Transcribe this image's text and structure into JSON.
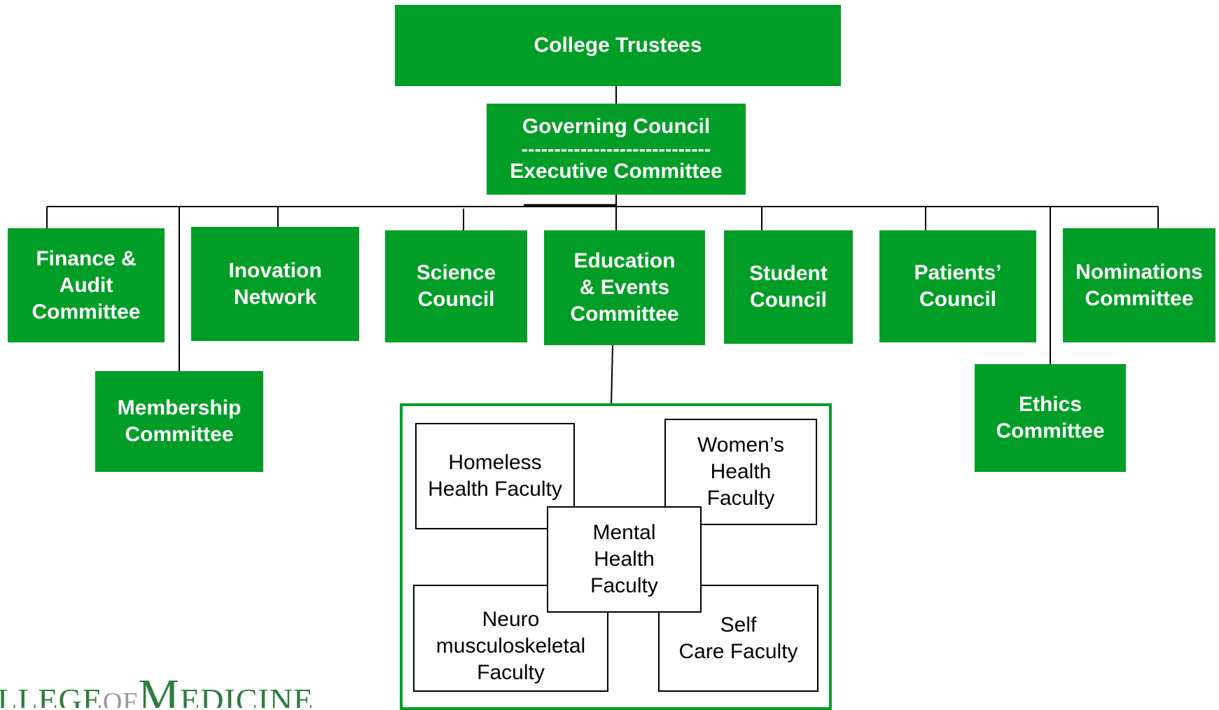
{
  "trustees": "College Trustees",
  "governing": {
    "line1": "Governing Council",
    "separator": "-----------------------------",
    "line2": "Executive Committee"
  },
  "committees": {
    "finance": [
      "Finance &",
      "Audit",
      "Committee"
    ],
    "innovation": [
      "Inovation",
      "Network"
    ],
    "science": [
      "Science",
      "Council"
    ],
    "education": [
      "Education",
      "& Events",
      "Committee"
    ],
    "student": [
      "Student",
      "Council"
    ],
    "patients": [
      "Patients’",
      "Council"
    ],
    "nominations": [
      "Nominations",
      "Committee"
    ],
    "membership": [
      "Membership",
      "Committee"
    ],
    "ethics": [
      "Ethics",
      "Committee"
    ]
  },
  "faculties": {
    "homeless": [
      "Homeless",
      "Health Faculty"
    ],
    "womens": [
      "Women’s",
      "Health",
      "Faculty"
    ],
    "mental": [
      "Mental",
      "Health",
      "Faculty"
    ],
    "neuro": [
      "Neuro",
      "musculoskeletal",
      "Faculty"
    ],
    "selfcare": [
      "Self",
      "Care Faculty"
    ]
  },
  "logo": {
    "part1": "OLLEGE",
    "part2": "OF",
    "part3_big": "M",
    "part3": "EDICINE"
  },
  "colors": {
    "green": "#009e27",
    "line": "#000000"
  }
}
